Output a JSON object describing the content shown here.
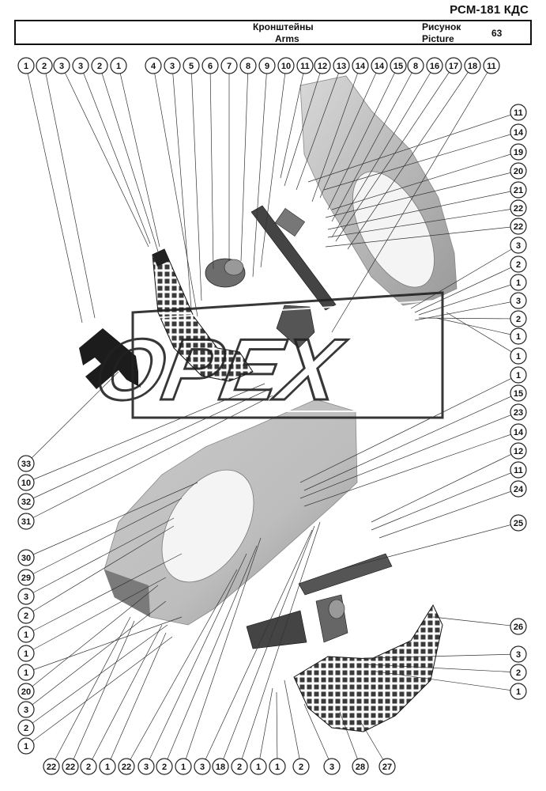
{
  "header": {
    "model": "РСМ-181 КДС",
    "title_ru": "Кронштейны",
    "title_en": "Arms",
    "picture_ru": "Рисунок",
    "picture_en": "Picture",
    "picture_number": "63"
  },
  "watermark": "OPEX",
  "callouts": {
    "top_row": [
      "1",
      "2",
      "3",
      "3",
      "2",
      "1",
      "4",
      "3",
      "5",
      "6",
      "7",
      "8",
      "9",
      "10",
      "11",
      "12",
      "13",
      "14",
      "14",
      "15",
      "8",
      "16",
      "17",
      "18",
      "11"
    ],
    "right_column": [
      "11",
      "14",
      "19",
      "20",
      "21",
      "22",
      "22",
      "3",
      "2",
      "1",
      "3",
      "2",
      "1",
      "1",
      "1",
      "15",
      "23",
      "14",
      "12",
      "11",
      "24",
      "25",
      "26",
      "3",
      "2",
      "1"
    ],
    "left_column": [
      "33",
      "10",
      "32",
      "31",
      "30",
      "29",
      "3",
      "2",
      "1",
      "1",
      "1",
      "20",
      "3",
      "2",
      "1"
    ],
    "bottom_row": [
      "22",
      "22",
      "2",
      "1",
      "22",
      "3",
      "2",
      "1",
      "3",
      "18",
      "2",
      "1",
      "1",
      "2",
      "3",
      "28",
      "27"
    ]
  }
}
